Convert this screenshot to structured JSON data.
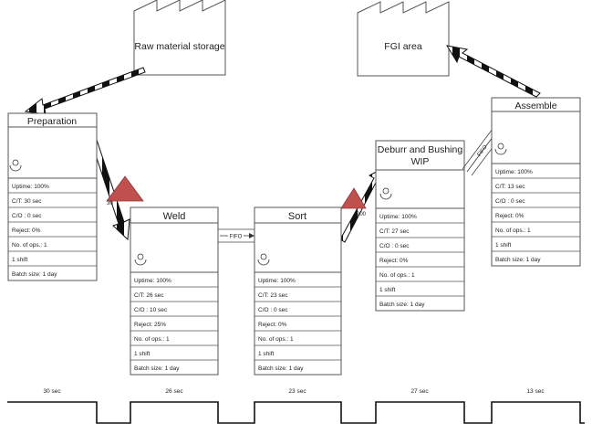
{
  "storages": {
    "raw": {
      "label": "Raw material storage"
    },
    "fgi": {
      "label": "FGI area"
    }
  },
  "processes": {
    "preparation": {
      "title": "Preparation",
      "data": [
        "Uptime: 100%",
        "C/T: 30 sec",
        "C/O : 0 sec",
        "Reject: 0%",
        "No. of ops.: 1",
        "1 shift",
        "Batch size: 1 day"
      ]
    },
    "weld": {
      "title": "Weld",
      "data": [
        "Uptime: 100%",
        "C/T: 26 sec",
        "C/O : 10 sec",
        "Reject: 25%",
        "No. of ops.: 1",
        "1 shift",
        "Batch size: 1 day"
      ]
    },
    "sort": {
      "title": "Sort",
      "data": [
        "Uptime: 100%",
        "C/T: 23 sec",
        "C/O : 0 sec",
        "Reject: 0%",
        "No. of ops.: 1",
        "1 shift",
        "Batch size: 1 day"
      ]
    },
    "deburr": {
      "title_line1": "Deburr and Bushing",
      "title_line2": "WIP",
      "data": [
        "Uptime: 100%",
        "C/T: 27 sec",
        "C/O : 0 sec",
        "Reject: 0%",
        "No. of ops.: 1",
        "1 shift",
        "Batch size: 1 day"
      ]
    },
    "assemble": {
      "title": "Assemble",
      "data": [
        "Uptime: 100%",
        "C/T: 13 sec",
        "C/O : 0 sec",
        "Reject: 0%",
        "No. of ops.: 1",
        "1 shift",
        "Batch size: 1 day"
      ]
    }
  },
  "inventory": {
    "inv1": {
      "label": "30"
    },
    "inv2": {
      "label": "200"
    }
  },
  "fifo": {
    "weld_sort": "FIFO",
    "deburr_assemble": "FIFO"
  },
  "timeline": [
    "30 sec",
    "26 sec",
    "23 sec",
    "27 sec",
    "13 sec"
  ]
}
